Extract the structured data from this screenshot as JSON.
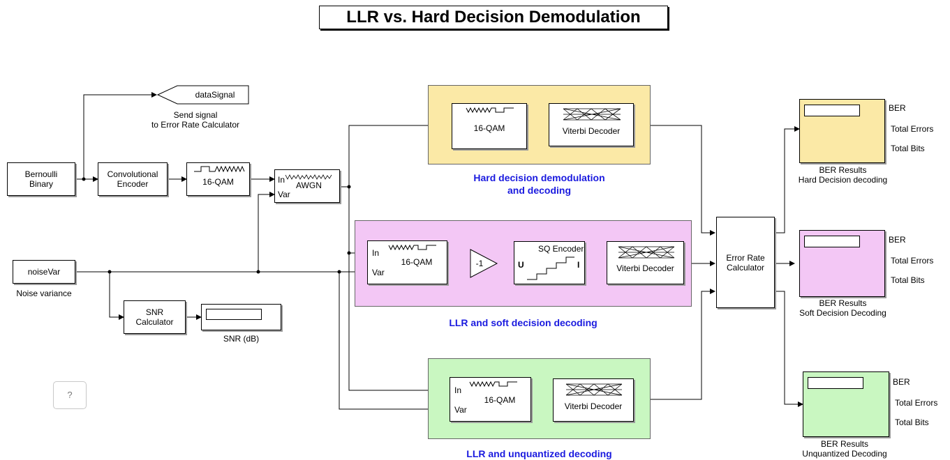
{
  "title": "LLR vs. Hard Decision Demodulation",
  "areas": {
    "hard": "Hard decision demodulation\nand decoding",
    "soft": "LLR and soft decision decoding",
    "unq": "LLR and unquantized decoding"
  },
  "blocks": {
    "bernoulli": "Bernoulli\nBinary",
    "conv_encoder": "Convolutional\nEncoder",
    "qam_mod": "16-QAM",
    "awgn": "AWGN",
    "awgn_in": "In",
    "awgn_var": "Var",
    "goto_tag": "dataSignal",
    "goto_caption": "Send signal\nto Error Rate Calculator",
    "noise_const": "noiseVar",
    "noise_caption": "Noise variance",
    "snr_calc": "SNR\nCalculator",
    "snr_caption": "SNR (dB)",
    "hard_qam": "16-QAM",
    "hard_viterbi": "Viterbi Decoder",
    "soft_qam": "16-QAM",
    "soft_in": "In",
    "soft_var": "Var",
    "gain": "-1",
    "sq_encoder": "SQ Encoder",
    "sq_u": "U",
    "sq_i": "I",
    "soft_viterbi": "Viterbi Decoder",
    "unq_qam": "16-QAM",
    "unq_in": "In",
    "unq_var": "Var",
    "unq_viterbi": "Viterbi Decoder",
    "err_calc": "Error Rate\nCalculator",
    "help": "?"
  },
  "ber_displays": [
    {
      "rows": [
        "BER",
        "Total Errors",
        "Total Bits"
      ],
      "caption": "BER Results\nHard Decision decoding"
    },
    {
      "rows": [
        "BER",
        "Total Errors",
        "Total Bits"
      ],
      "caption": "BER Results\nSoft Decision Decoding"
    },
    {
      "rows": [
        "BER",
        "Total Errors",
        "Total Bits"
      ],
      "caption": "BER Results\nUnquantized Decoding"
    }
  ],
  "colors": {
    "hard_area": "#fbe9a6",
    "soft_area": "#f3c7f5",
    "unq_area": "#c9f7c1",
    "hard_ber": "#fbe9a6",
    "soft_ber": "#f3c7f5",
    "unq_ber": "#c9f7c1",
    "area_title": "#1a1adf"
  }
}
